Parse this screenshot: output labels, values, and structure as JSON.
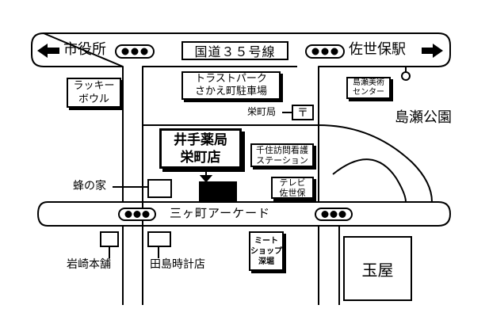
{
  "roads": {
    "top": {
      "west_label": "市役所",
      "east_label": "佐世保駅",
      "name": "国道３５号線"
    },
    "arcade": {
      "name": "三ヶ町アーケード"
    }
  },
  "places": {
    "lucky_bowl": "ラッキー\nボウル",
    "trust_park": "トラストパーク\nさかえ町駐車場",
    "sakaemachi_post": "栄町局",
    "post_mark": "〒",
    "museum": "島瀬美術\nセンター",
    "shimase_park": "島瀬公園",
    "pharmacy": "井手薬局\n栄町店",
    "nursing_station": "千住訪問看護\nステーション",
    "hachi_no_ie": "蜂の家",
    "tv_sasebo": "テレビ\n佐世保",
    "iwasaki": "岩崎本舗",
    "tajima": "田島時計店",
    "meat_shop": "ミート\nショップ\n深堀",
    "tamaya": "玉屋"
  },
  "colors": {
    "line": "#000000",
    "background": "#ffffff",
    "building_fill": "#000000"
  },
  "icons": {
    "west_arrow": "arrow-left-icon",
    "east_arrow": "arrow-right-icon",
    "crosswalk": "crosswalk-dots-icon",
    "pin": "location-pin-icon"
  }
}
